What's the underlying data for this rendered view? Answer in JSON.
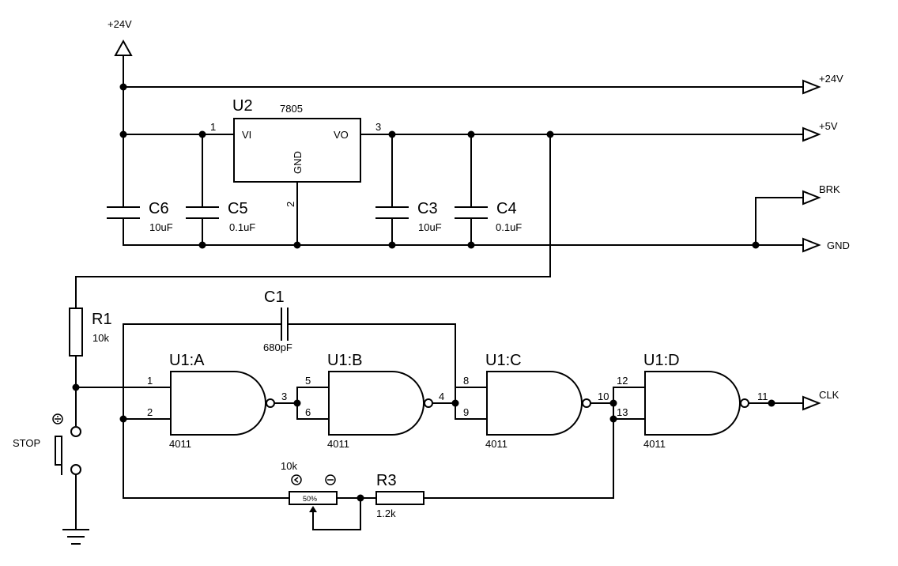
{
  "power": {
    "supply_label": "+24V",
    "ports": {
      "p24": "+24V",
      "p5": "+5V",
      "brk": "BRK",
      "gnd": "GND",
      "clk": "CLK"
    }
  },
  "regulator": {
    "ref": "U2",
    "part": "7805",
    "vi": "VI",
    "vo": "VO",
    "gnd": "GND",
    "pin_in": "1",
    "pin_gnd": "2",
    "pin_out": "3"
  },
  "capacitors": {
    "c6": {
      "ref": "C6",
      "value": "10uF"
    },
    "c5": {
      "ref": "C5",
      "value": "0.1uF"
    },
    "c3": {
      "ref": "C3",
      "value": "10uF"
    },
    "c4": {
      "ref": "C4",
      "value": "0.1uF"
    },
    "c1": {
      "ref": "C1",
      "value": "680pF"
    }
  },
  "resistors": {
    "r1": {
      "ref": "R1",
      "value": "10k"
    },
    "r3": {
      "ref": "R3",
      "value": "1.2k"
    },
    "pot": {
      "value": "10k",
      "setting": "50%"
    }
  },
  "switch": {
    "label": "STOP"
  },
  "gates": {
    "a": {
      "ref": "U1:A",
      "part": "4011",
      "in1": "1",
      "in2": "2",
      "out": "3"
    },
    "b": {
      "ref": "U1:B",
      "part": "4011",
      "in1": "5",
      "in2": "6",
      "out": "4"
    },
    "c": {
      "ref": "U1:C",
      "part": "4011",
      "in1": "8",
      "in2": "9",
      "out": "10"
    },
    "d": {
      "ref": "U1:D",
      "part": "4011",
      "in1": "12",
      "in2": "13",
      "out": "11"
    }
  }
}
